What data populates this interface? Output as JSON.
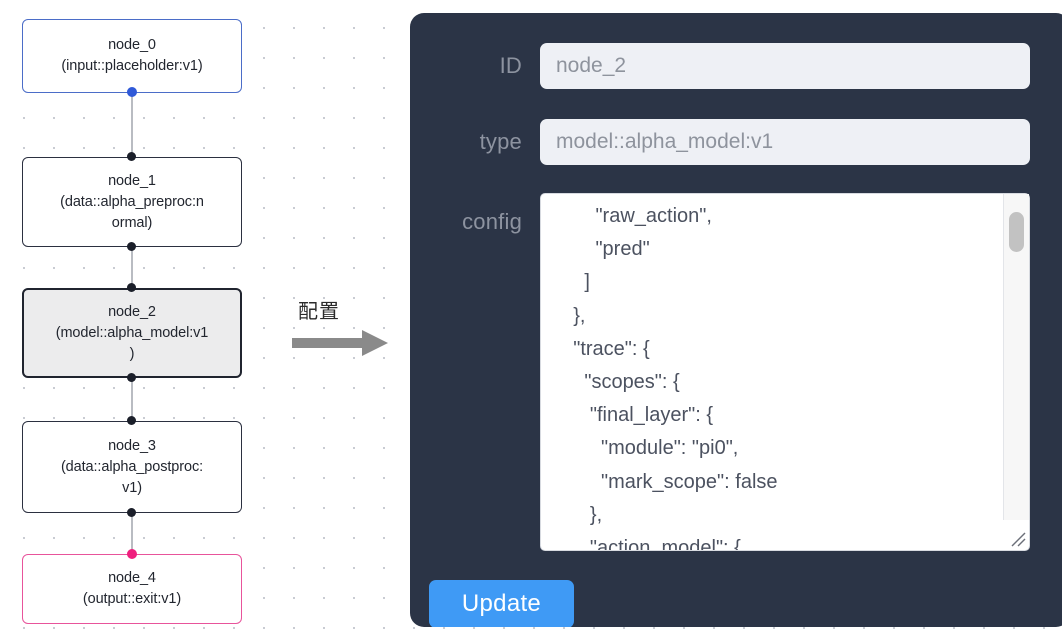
{
  "graph": {
    "nodes": [
      {
        "id": "node_0",
        "label": "node_0\n(input::placeholder:v1)",
        "kind": "input",
        "selected": false
      },
      {
        "id": "node_1",
        "label": "node_1\n(data::alpha_preproc:n\normal)",
        "kind": "default",
        "selected": false
      },
      {
        "id": "node_2",
        "label": "node_2\n(model::alpha_model:v1\n)",
        "kind": "default",
        "selected": true
      },
      {
        "id": "node_3",
        "label": "node_3\n(data::alpha_postproc:\nv1)",
        "kind": "default",
        "selected": false
      },
      {
        "id": "node_4",
        "label": "node_4\n(output::exit:v1)",
        "kind": "output",
        "selected": false
      }
    ],
    "colors": {
      "input_border": "#4b6dc8",
      "output_border": "#e8539b",
      "default_border": "#2b3040",
      "selected_fill": "#ececed",
      "edge": "#b9bcc2",
      "dot": "#1b1f2a",
      "dot_input": "#2f59d8",
      "dot_output": "#ef1f7e"
    }
  },
  "annotation": {
    "caption": "配置",
    "arrow_icon": "right-arrow-icon",
    "arrow_color": "#8a8a8a"
  },
  "panel": {
    "background": "#2b3446",
    "fields": {
      "id": {
        "label": "ID",
        "value": "node_2",
        "placeholder": "node_2"
      },
      "type": {
        "label": "type",
        "value": "model::alpha_model:v1",
        "placeholder": "model::alpha_model:v1"
      },
      "config": {
        "label": "config",
        "value": "        \"raw_action\",\n        \"pred\"\n      ]\n    },\n    \"trace\": {\n      \"scopes\": {\n       \"final_layer\": {\n         \"module\": \"pi0\",\n         \"mark_scope\": false\n       },\n       \"action_model\": {"
      }
    },
    "update_button": {
      "label": "Update",
      "color": "#3f9af5"
    },
    "scrollbar": {
      "name": "config-scrollbar"
    },
    "resize_handle": {
      "name": "resize-handle-icon"
    }
  }
}
